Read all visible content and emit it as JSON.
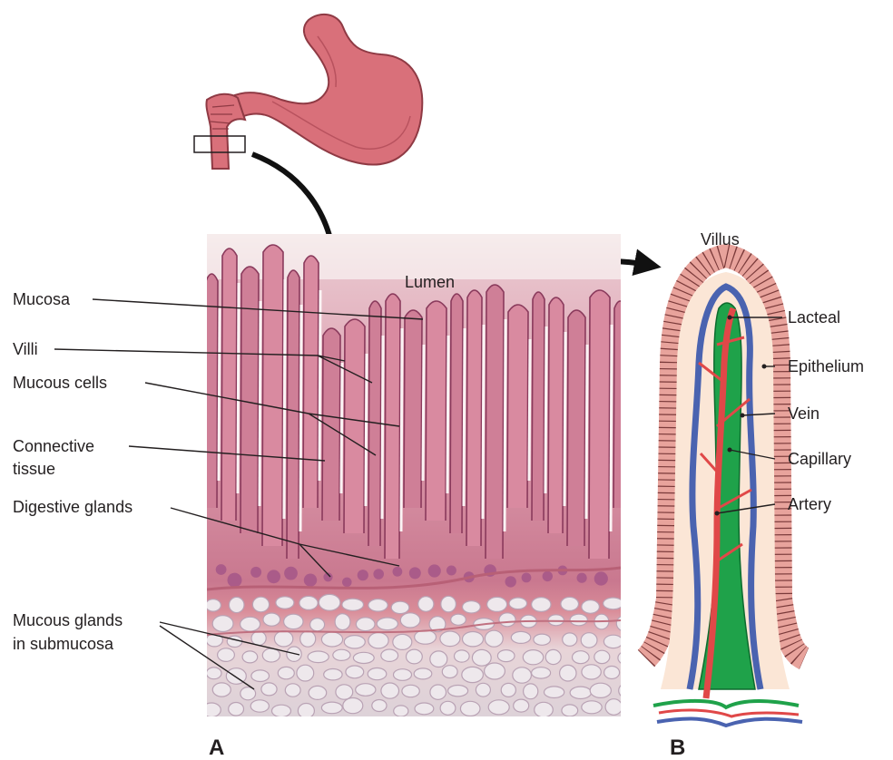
{
  "panel_a": {
    "label": "A",
    "lumen": "Lumen",
    "annotations": [
      {
        "key": "mucosa",
        "lines": [
          "Mucosa"
        ]
      },
      {
        "key": "villi",
        "lines": [
          "Villi"
        ]
      },
      {
        "key": "mucous-cells",
        "lines": [
          "Mucous cells"
        ]
      },
      {
        "key": "connective-tissue",
        "lines": [
          "Connective",
          "tissue"
        ]
      },
      {
        "key": "digestive-glands",
        "lines": [
          "Digestive glands"
        ]
      },
      {
        "key": "mucous-glands",
        "lines": [
          "Mucous glands",
          "in submucosa"
        ]
      }
    ]
  },
  "panel_b": {
    "label": "B",
    "title": "Villus",
    "annotations": [
      {
        "key": "lacteal",
        "lines": [
          "Lacteal"
        ]
      },
      {
        "key": "epithelium",
        "lines": [
          "Epithelium"
        ]
      },
      {
        "key": "vein",
        "lines": [
          "Vein"
        ]
      },
      {
        "key": "capillary",
        "lines": [
          "Capillary"
        ]
      },
      {
        "key": "artery",
        "lines": [
          "Artery"
        ]
      }
    ]
  },
  "colors": {
    "stomach": "#d9707a",
    "tissue": "#c9788f",
    "epithelium": "#f0b3ad",
    "vein": "#4a63b0",
    "artery": "#e04848",
    "lacteal": "#1fa24a",
    "submucosa": "#e3dde2"
  }
}
